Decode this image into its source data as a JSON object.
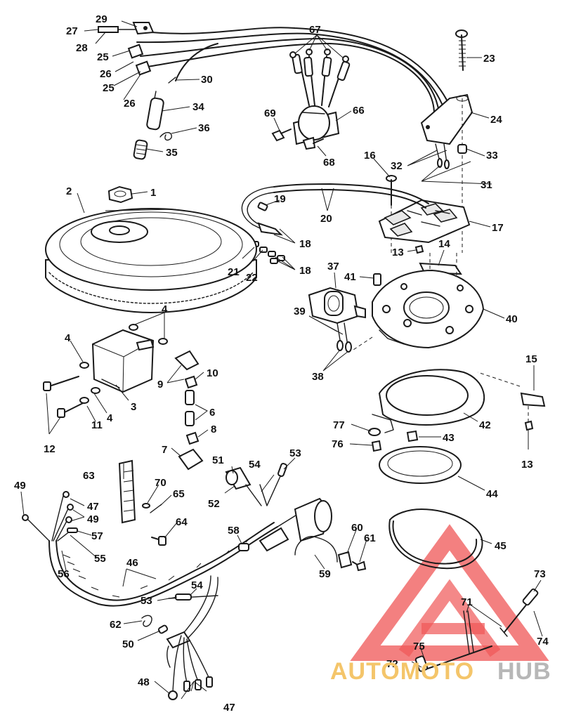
{
  "watermark": {
    "brand_part1": "AUTOMOTO",
    "brand_part2": "HUB",
    "color_part1": "#f4c56a",
    "color_part2": "#b7b7b7",
    "logo_color": "#ee4444"
  },
  "callouts": {
    "c1": "1",
    "c2": "2",
    "c3": "3",
    "c4a": "4",
    "c4b": "4",
    "c4c": "4",
    "c6": "6",
    "c7": "7",
    "c8": "8",
    "c9": "9",
    "c10": "10",
    "c11": "11",
    "c12": "12",
    "c13a": "13",
    "c13b": "13",
    "c14": "14",
    "c15": "15",
    "c16": "16",
    "c17": "17",
    "c18a": "18",
    "c18b": "18",
    "c19": "19",
    "c20": "20",
    "c21": "21",
    "c22": "22",
    "c23": "23",
    "c24": "24",
    "c25a": "25",
    "c25b": "25",
    "c26a": "26",
    "c26b": "26",
    "c27": "27",
    "c28": "28",
    "c29": "29",
    "c30": "30",
    "c31": "31",
    "c32": "32",
    "c33": "33",
    "c34": "34",
    "c35": "35",
    "c36": "36",
    "c37": "37",
    "c38": "38",
    "c39": "39",
    "c40": "40",
    "c41": "41",
    "c42": "42",
    "c43": "43",
    "c44": "44",
    "c45": "45",
    "c46": "46",
    "c47a": "47",
    "c47b": "47",
    "c48": "48",
    "c49a": "49",
    "c49b": "49",
    "c50": "50",
    "c51": "51",
    "c52": "52",
    "c53a": "53",
    "c53b": "53",
    "c54a": "54",
    "c54b": "54",
    "c55": "55",
    "c56": "56",
    "c57": "57",
    "c58": "58",
    "c59": "59",
    "c60": "60",
    "c61": "61",
    "c62": "62",
    "c63": "63",
    "c64": "64",
    "c65": "65",
    "c66": "66",
    "c67": "67",
    "c68": "68",
    "c69": "69",
    "c70": "70",
    "c71": "71",
    "c72": "72",
    "c73": "73",
    "c74": "74",
    "c75": "75",
    "c76": "76",
    "c77": "77"
  }
}
